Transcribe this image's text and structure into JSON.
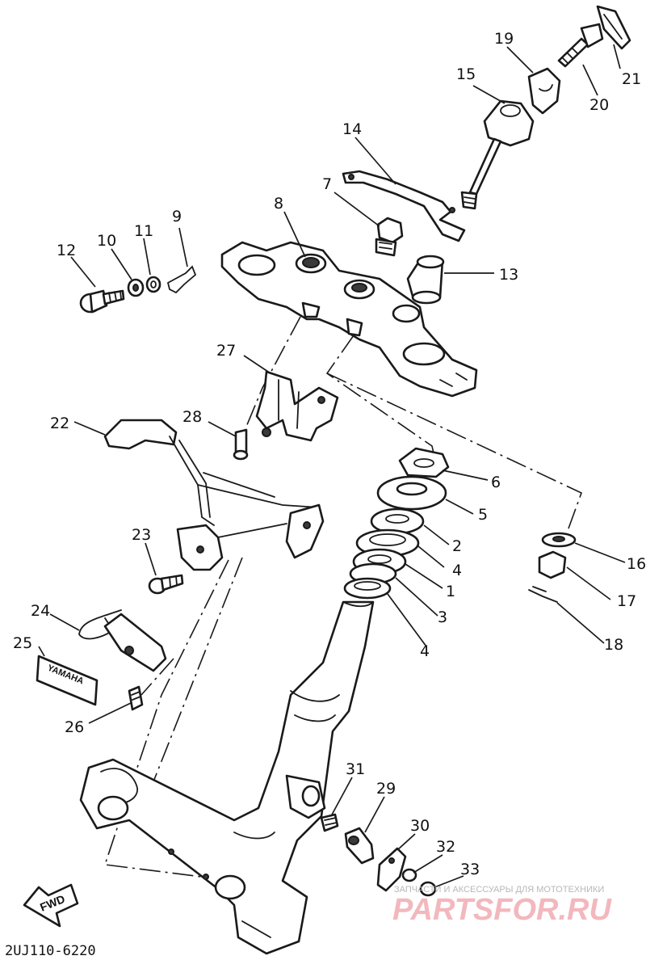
{
  "callouts": {
    "p1": "1",
    "p2": "2",
    "p3": "3",
    "p4a": "4",
    "p4b": "4",
    "p5": "5",
    "p6": "6",
    "p7": "7",
    "p8": "8",
    "p9": "9",
    "p10": "10",
    "p11": "11",
    "p12": "12",
    "p13": "13",
    "p14": "14",
    "p15": "15",
    "p16": "16",
    "p17": "17",
    "p18": "18",
    "p19": "19",
    "p20": "20",
    "p21": "21",
    "p22": "22",
    "p23": "23",
    "p24": "24",
    "p25": "25",
    "p26": "26",
    "p27": "27",
    "p28": "28",
    "p29": "29",
    "p30": "30",
    "p31": "31",
    "p32": "32",
    "p33": "33"
  },
  "emblem_text": "YAMAHA",
  "direction_label": "FWD",
  "drawing_code": "2UJ110-6220",
  "watermark": {
    "tagline": "ЗАПЧАСТИ И АКСЕССУАРЫ ДЛЯ МОТОТЕХНИКИ",
    "site": "PARTSFOR.RU"
  }
}
